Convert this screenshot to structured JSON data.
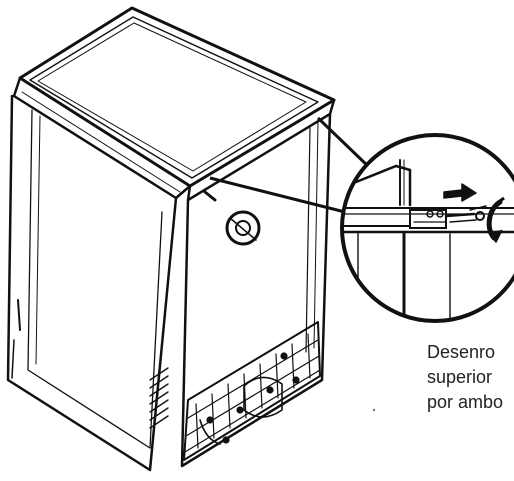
{
  "caption": {
    "lines": [
      "Desenro",
      "superior",
      "por ambo"
    ]
  },
  "icons": {
    "direction_arrow": "arrow-right-icon",
    "rotation": "rotate-icon"
  },
  "colors": {
    "ink": "#111111",
    "paper": "#ffffff",
    "text": "#222222"
  }
}
